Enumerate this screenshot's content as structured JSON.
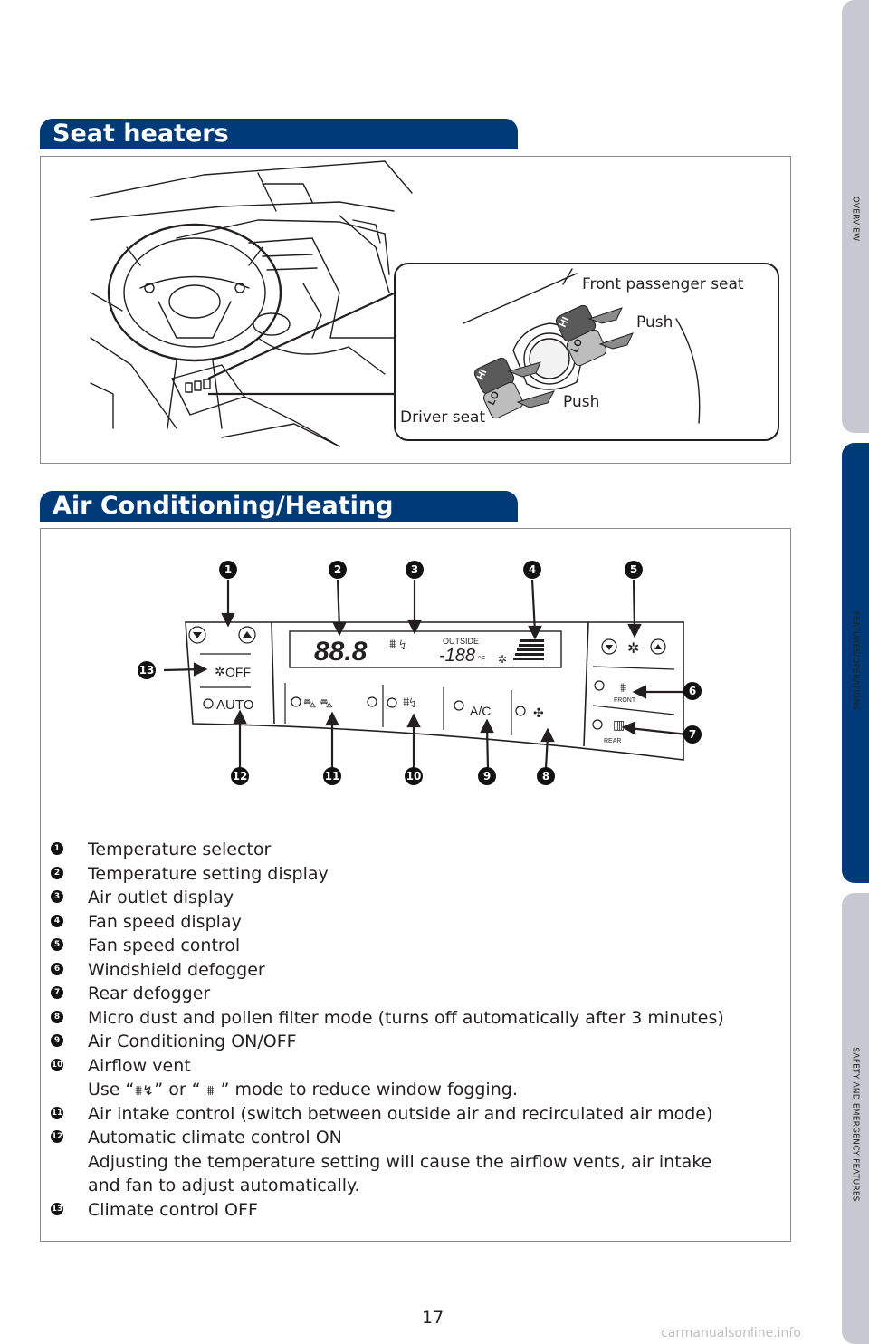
{
  "side_tabs": [
    {
      "label": "OVERVIEW"
    },
    {
      "label": "FEATURES/OPERATIONS"
    },
    {
      "label": "SAFETY AND EMERGENCY FEATURES"
    }
  ],
  "seat_heaters": {
    "title": "Seat heaters",
    "callout": {
      "front_passenger": "Front passenger seat",
      "push_upper": "Push",
      "push_lower": "Push",
      "driver": "Driver seat",
      "hi": "HI",
      "lo": "LO"
    }
  },
  "air_conditioning": {
    "title": "Air Conditioning/Heating",
    "panel": {
      "temp_display": "88.8",
      "outside_label": "OUTSIDE",
      "outside_temp": "-188",
      "unit": "°F",
      "off_label": "OFF",
      "auto_label": "AUTO",
      "ac_label": "A/C",
      "front_label": "FRONT",
      "rear_label": "REAR"
    },
    "callout_numbers": [
      "1",
      "2",
      "3",
      "4",
      "5",
      "6",
      "7",
      "8",
      "9",
      "10",
      "11",
      "12",
      "13"
    ],
    "legend": [
      {
        "num": "1",
        "text": "Temperature selector"
      },
      {
        "num": "2",
        "text": "Temperature setting display"
      },
      {
        "num": "3",
        "text": "Air outlet display"
      },
      {
        "num": "4",
        "text": "Fan speed display"
      },
      {
        "num": "5",
        "text": "Fan speed control"
      },
      {
        "num": "6",
        "text": "Windshield defogger"
      },
      {
        "num": "7",
        "text": "Rear defogger"
      },
      {
        "num": "8",
        "text": "Micro dust and pollen filter mode (turns off automatically after 3 minutes)"
      },
      {
        "num": "9",
        "text": "Air Conditioning ON/OFF"
      },
      {
        "num": "10",
        "text": "Airflow vent"
      },
      {
        "num": "11",
        "text": "Air intake control (switch between outside air and recirculated air mode)"
      },
      {
        "num": "12",
        "text": "Automatic climate control ON"
      },
      {
        "num": "13",
        "text": "Climate control OFF"
      }
    ],
    "airflow_note": {
      "use": "Use “",
      "or": "” or “",
      "end": "” mode to reduce window fogging."
    },
    "auto_note_1": "Adjusting the temperature setting will cause the airflow vents, air intake",
    "auto_note_2": "and fan to adjust automatically."
  },
  "page_number": "17",
  "watermark": "carmanualsonline.info"
}
